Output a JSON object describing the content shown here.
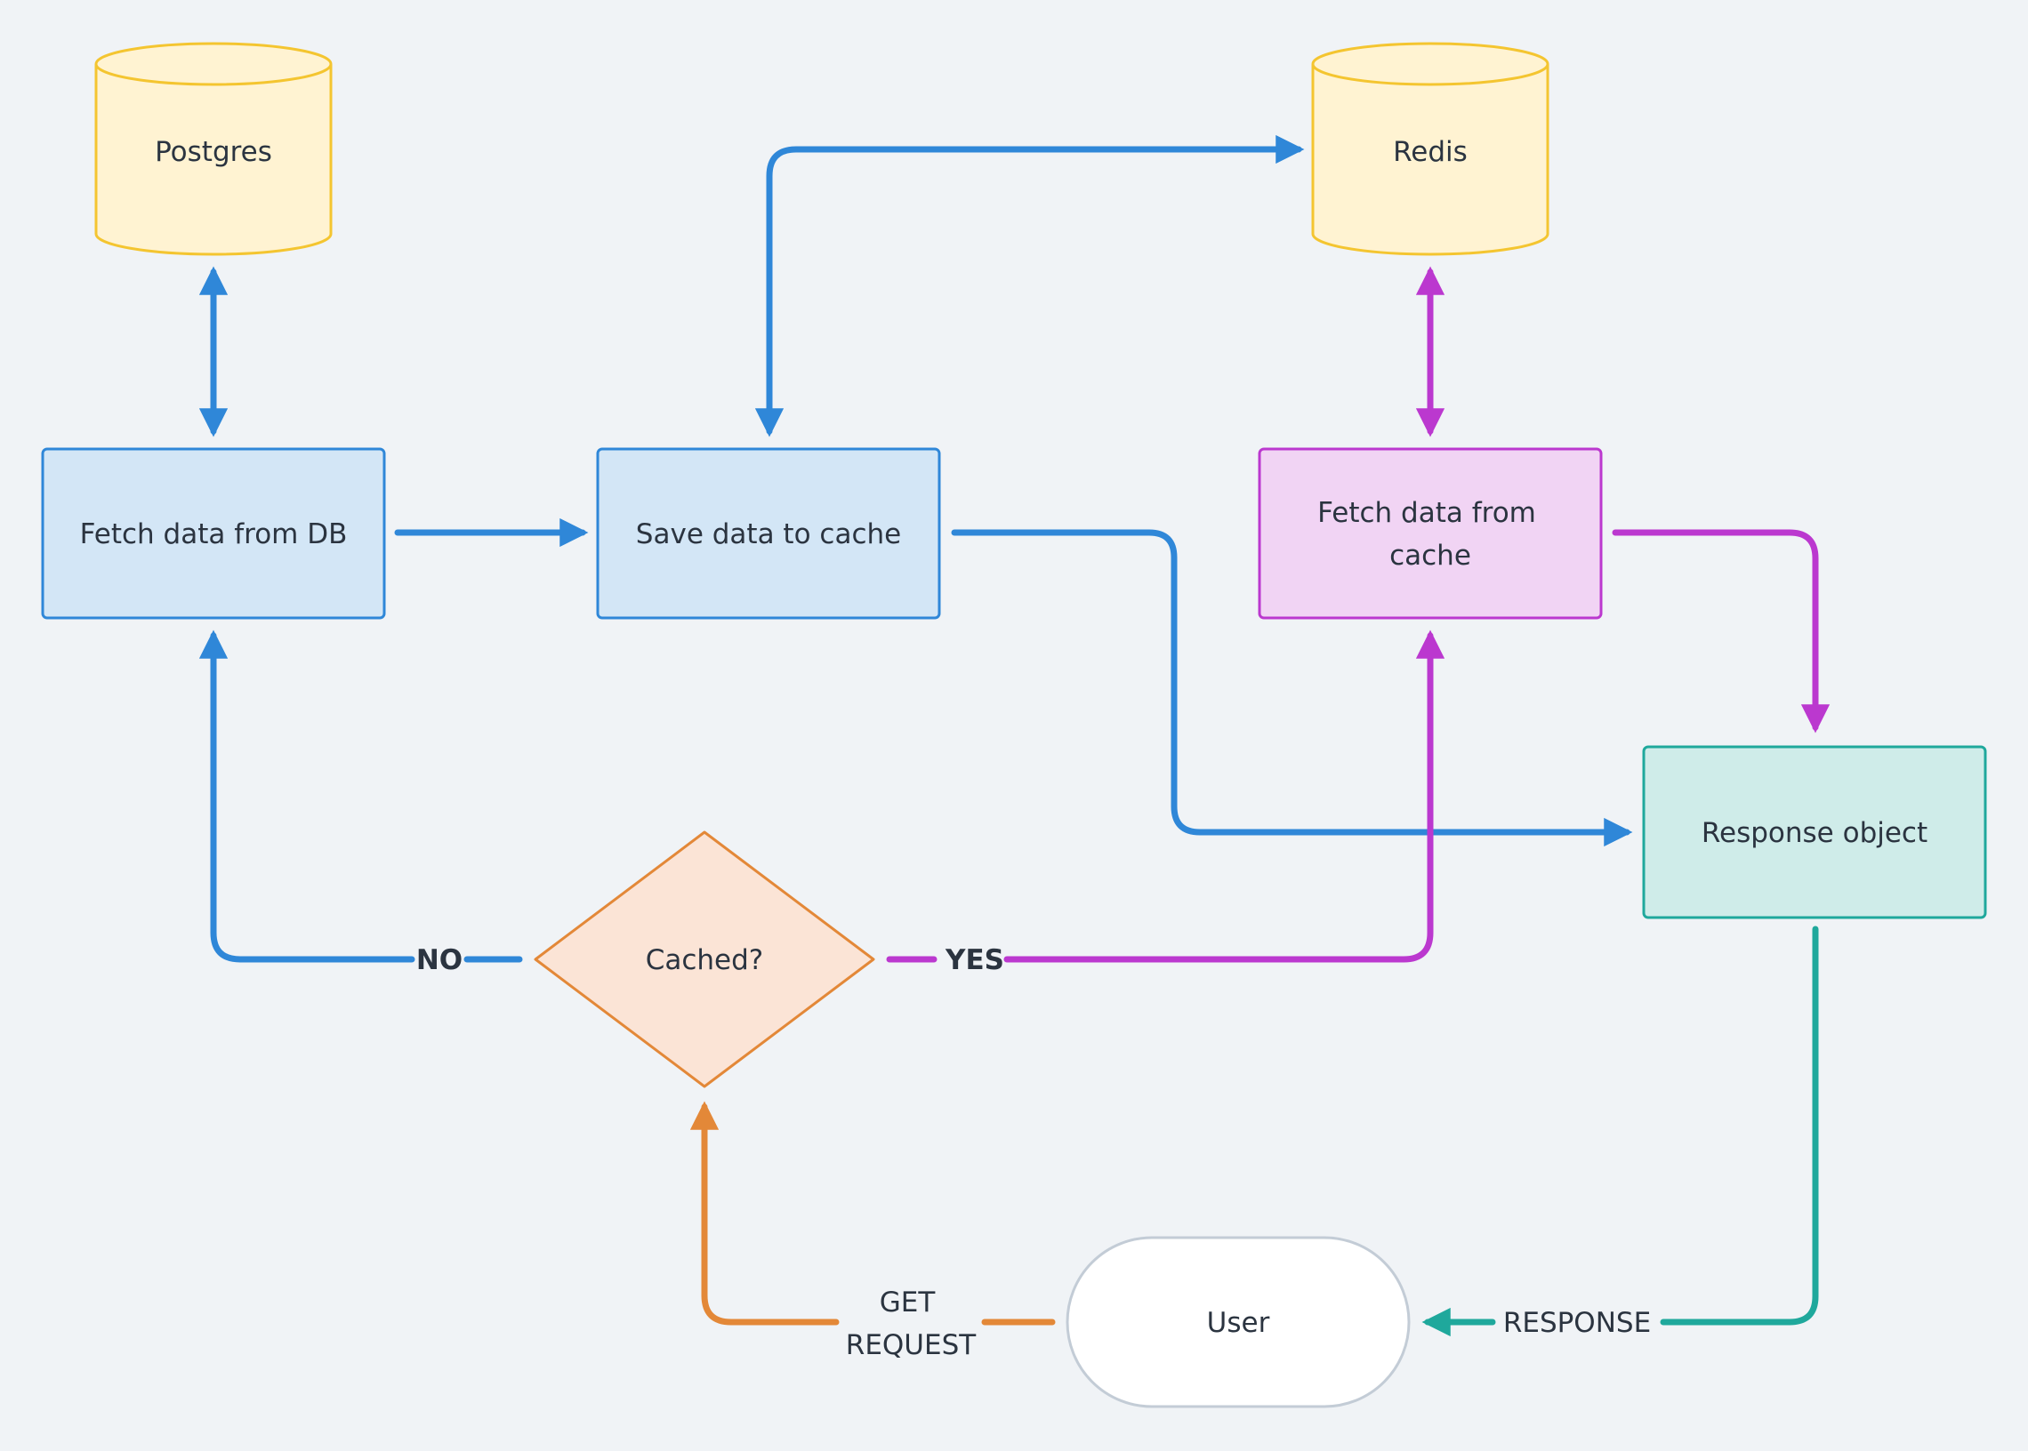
{
  "colors": {
    "background": "#f0f3f6",
    "blue_stroke": "#2f87d8",
    "blue_fill": "#d3e6f6",
    "purple_stroke": "#bb38cf",
    "purple_fill": "#f1d4f4",
    "teal_stroke": "#1fa89c",
    "teal_fill": "#cfece9",
    "orange_stroke": "#e38838",
    "orange_fill": "#fbe4d6",
    "yellow_stroke": "#f4c530",
    "yellow_fill": "#fff3d2",
    "gray_stroke": "#c3ccd6",
    "white_fill": "#ffffff",
    "text": "#2b3440"
  },
  "nodes": {
    "postgres": {
      "label": "Postgres"
    },
    "redis": {
      "label": "Redis"
    },
    "fetch_db": {
      "label": "Fetch data from DB"
    },
    "save_cache": {
      "label": "Save data to cache"
    },
    "fetch_cache": {
      "line1": "Fetch data from",
      "line2": "cache"
    },
    "response": {
      "label": "Response object"
    },
    "cached": {
      "label": "Cached?"
    },
    "user": {
      "label": "User"
    }
  },
  "edge_labels": {
    "no": "NO",
    "yes": "YES",
    "get_line1": "GET",
    "get_line2": "REQUEST",
    "response": "RESPONSE"
  }
}
